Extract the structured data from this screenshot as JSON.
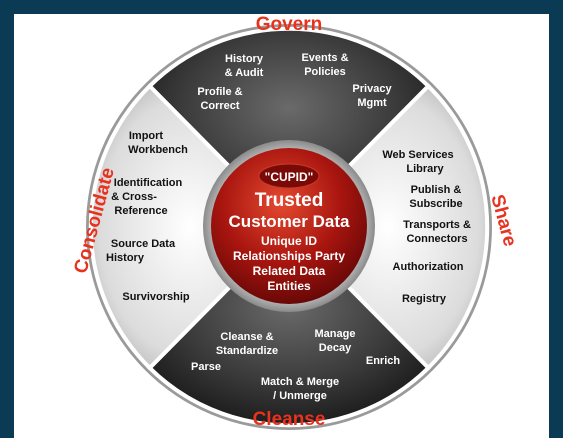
{
  "sections": {
    "govern": "Govern",
    "share": "Share",
    "cleanse": "Cleanse",
    "consolidate": "Consolidate"
  },
  "core": {
    "badge": "\"CUPID\"",
    "title_line1": "Trusted",
    "title_line2": "Customer Data",
    "line1": "Unique ID",
    "line2": "Relationships Party",
    "line3": "Related Data",
    "line4": "Entities"
  },
  "govern_items": {
    "history_audit": [
      "History",
      "& Audit"
    ],
    "events_policies": [
      "Events &",
      "Policies"
    ],
    "profile_correct": [
      "Profile &",
      "Correct"
    ],
    "privacy_mgmt": [
      "Privacy",
      "Mgmt"
    ]
  },
  "share_items": {
    "web_services": [
      "Web Services",
      "Library"
    ],
    "publish_subscribe": [
      "Publish &",
      "Subscribe"
    ],
    "transports": [
      "Transports &",
      "Connectors"
    ],
    "authorization": "Authorization",
    "registry": "Registry"
  },
  "cleanse_items": {
    "cleanse_standardize": [
      "Cleanse &",
      "Standardize"
    ],
    "manage_decay": [
      "Manage",
      "Decay"
    ],
    "parse": "Parse",
    "enrich": "Enrich",
    "match_merge": [
      "Match & Merge",
      "/ Unmerge"
    ]
  },
  "consolidate_items": {
    "import_workbench": [
      "Import",
      "Workbench"
    ],
    "identification": [
      "Identification",
      "& Cross-",
      "Reference"
    ],
    "source_history": [
      "Source Data",
      "History"
    ],
    "survivorship": "Survivorship"
  },
  "colors": {
    "frame": "#0b3a55",
    "accent_red": "#e8321e",
    "core_red": "#a8150f",
    "dark_segment": "#2b2b2b",
    "light_segment": "#e6e6e6"
  }
}
